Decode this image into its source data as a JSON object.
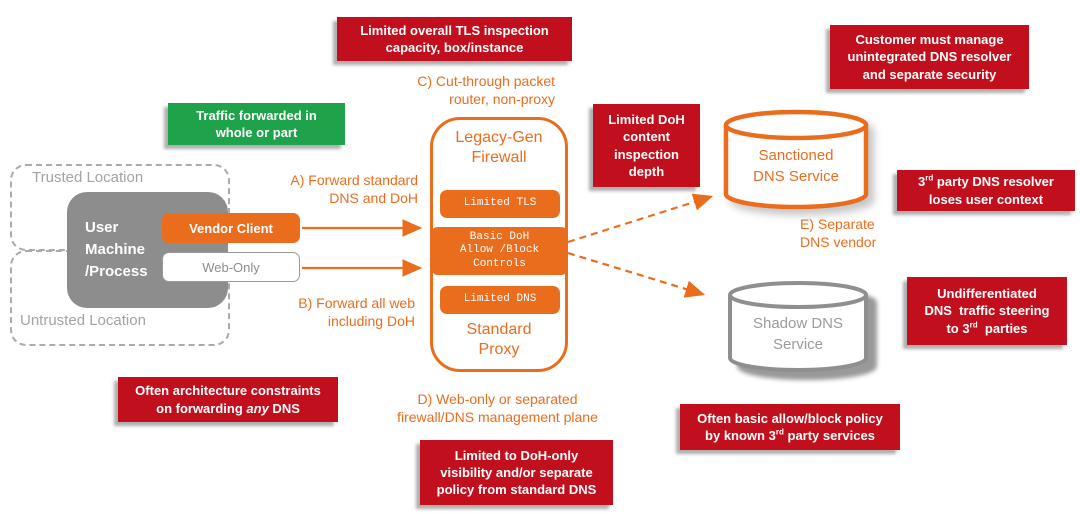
{
  "colors": {
    "red": "#C20F1E",
    "orange": "#E96D1D",
    "green": "#1EA24A",
    "machine_gray": "#8D8D8D",
    "muted_gray": "#A3A3A3"
  },
  "green_note": {
    "lines": [
      "Traffic forwarded in",
      "whole or part"
    ]
  },
  "red_notes": {
    "tls_capacity": {
      "lines": [
        "Limited overall TLS inspection",
        "capacity, box/instance"
      ]
    },
    "doh_depth": {
      "lines": [
        "Limited DoH",
        "content",
        "inspection",
        "depth"
      ]
    },
    "customer_manage": {
      "lines": [
        "Customer must manage",
        "unintegrated DNS resolver",
        "and separate security"
      ]
    },
    "third_party_context": {
      "line1_pre": "3",
      "line1_sup": "rd",
      "line1_post": " party DNS resolver",
      "line2": "loses user context"
    },
    "undiff_steering": {
      "line1": "Undifferentiated",
      "line2": "DNS  traffic steering",
      "line3_pre": "to 3",
      "line3_sup": "rd",
      "line3_post": "  parties"
    },
    "allow_block_policy": {
      "line1": "Often basic allow/block policy",
      "line2_pre": "by known 3",
      "line2_sup": "rd",
      "line2_post": " party services"
    },
    "doh_only": {
      "lines": [
        "Limited to DoH-only",
        "visibility and/or separate",
        "policy from standard DNS"
      ]
    },
    "arch_constraints": {
      "line1": "Often architecture constraints",
      "line2_pre": "on forwarding ",
      "line2_italic": "any",
      "line2_post": " DNS"
    }
  },
  "flow_labels": {
    "a": {
      "lines": [
        "A) Forward standard",
        "DNS and DoH"
      ]
    },
    "b": {
      "lines": [
        "B) Forward all web",
        "including DoH"
      ]
    },
    "c": {
      "lines": [
        "C) Cut-through packet",
        "router, non-proxy"
      ]
    },
    "d": {
      "lines": [
        "D) Web-only or separated",
        "firewall/DNS management plane"
      ]
    },
    "e": {
      "lines": [
        "E) Separate",
        "DNS vendor"
      ]
    }
  },
  "locations": {
    "trusted": {
      "label": "Trusted Location"
    },
    "untrusted": {
      "label": "Untrusted Location"
    }
  },
  "user_machine": {
    "lines": [
      "User",
      "Machine",
      "/Process"
    ]
  },
  "clients": {
    "vendor": "Vendor Client",
    "web_only": "Web-Only"
  },
  "firewall": {
    "title_lines": [
      "Legacy-Gen",
      "Firewall"
    ],
    "controls": {
      "tls": "Limited TLS",
      "doh_lines": [
        "Basic DoH",
        "Allow /Block",
        "Controls"
      ],
      "dns": "Limited DNS"
    },
    "bottom_lines": [
      "Standard",
      "Proxy"
    ]
  },
  "services": {
    "sanctioned": {
      "lines": [
        "Sanctioned",
        "DNS Service"
      ]
    },
    "shadow": {
      "lines": [
        "Shadow DNS",
        "Service"
      ]
    }
  }
}
